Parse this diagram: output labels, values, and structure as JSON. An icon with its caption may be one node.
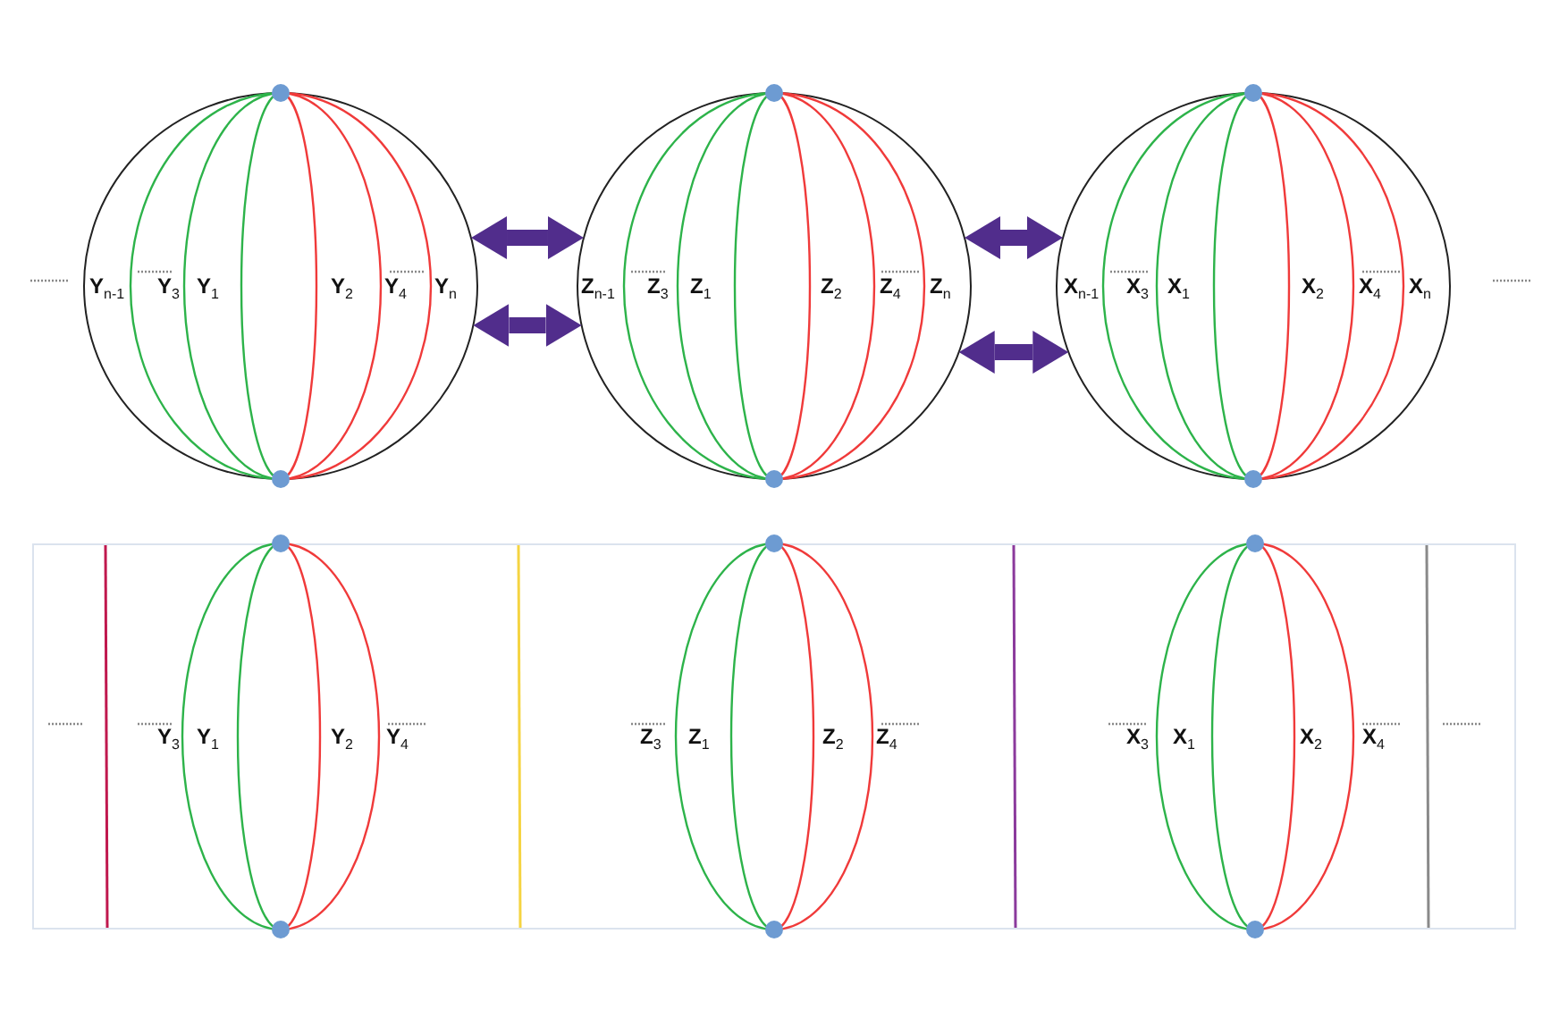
{
  "diagram": {
    "nodes": [
      {
        "text": [
          "Y$_{n-1}$",
          "Y$_{3}$",
          "Y$_{1}$",
          "Y$_{2}$",
          "Y$_{4}$",
          "Y$_{n}$"
        ]
      },
      {
        "text": [
          "Z$_{n-1}$",
          "Z$_{3}$",
          "Z$_{1}$",
          "Z$_{2}$",
          "Z$_{4}$",
          "Z$_{n}$"
        ]
      },
      {
        "text": [
          "X$_{n-1}$",
          "X$_{3}$",
          "X$_{1}$",
          "X$_{2}$",
          "X$_{4}$",
          "X$_{n}$"
        ]
      },
      {
        "text": [],
        "shape": "box"
      },
      {
        "text": [
          "Y$_{3}$",
          "Y$_{1}$",
          "Y$_{2}$",
          "Y$_{4}$"
        ],
        "in": 3
      },
      {
        "text": [
          "Z$_{3}$",
          "Z$_{1}$",
          "Z$_{2}$",
          "Z$_{4}$"
        ],
        "in": 3
      },
      {
        "text": [
          "X$_{3}$",
          "X$_{1}$",
          "X$_{2}$",
          "X$_{4}$"
        ],
        "in": 3
      }
    ],
    "edges": [
      {
        "from": 0,
        "to": 1,
        "arrow": "both"
      },
      {
        "from": 0,
        "to": 1,
        "arrow": "both"
      },
      {
        "from": 1,
        "to": 2,
        "arrow": "both"
      },
      {
        "from": 1,
        "to": 2,
        "arrow": "both"
      }
    ]
  }
}
